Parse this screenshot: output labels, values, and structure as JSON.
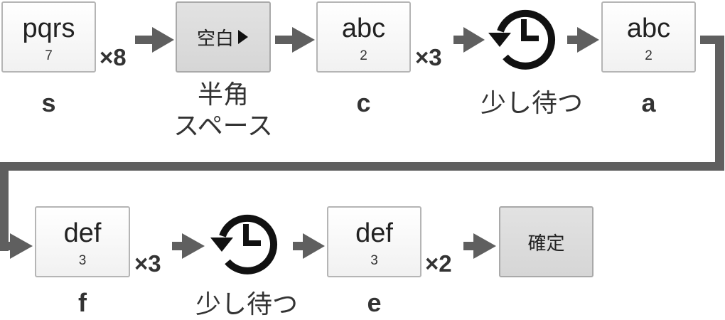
{
  "row1": {
    "key_pqrs": {
      "main": "pqrs",
      "sub": "7"
    },
    "cap_s": "s",
    "mult_8": "×8",
    "key_space": {
      "label": "空白"
    },
    "cap_space_line1": "半角",
    "cap_space_line2": "スペース",
    "key_abc1": {
      "main": "abc",
      "sub": "2"
    },
    "cap_c": "c",
    "mult_3a": "×3",
    "cap_wait1": "少し待つ",
    "key_abc2": {
      "main": "abc",
      "sub": "2"
    },
    "cap_a": "a"
  },
  "row2": {
    "key_def1": {
      "main": "def",
      "sub": "3"
    },
    "cap_f": "f",
    "mult_3b": "×3",
    "cap_wait2": "少し待つ",
    "key_def2": {
      "main": "def",
      "sub": "3"
    },
    "cap_e": "e",
    "mult_2": "×2",
    "key_confirm": {
      "label": "確定"
    }
  },
  "colors": {
    "arrow": "#5f5f5f",
    "key_border": "#b5b5b5",
    "text": "#333333"
  }
}
